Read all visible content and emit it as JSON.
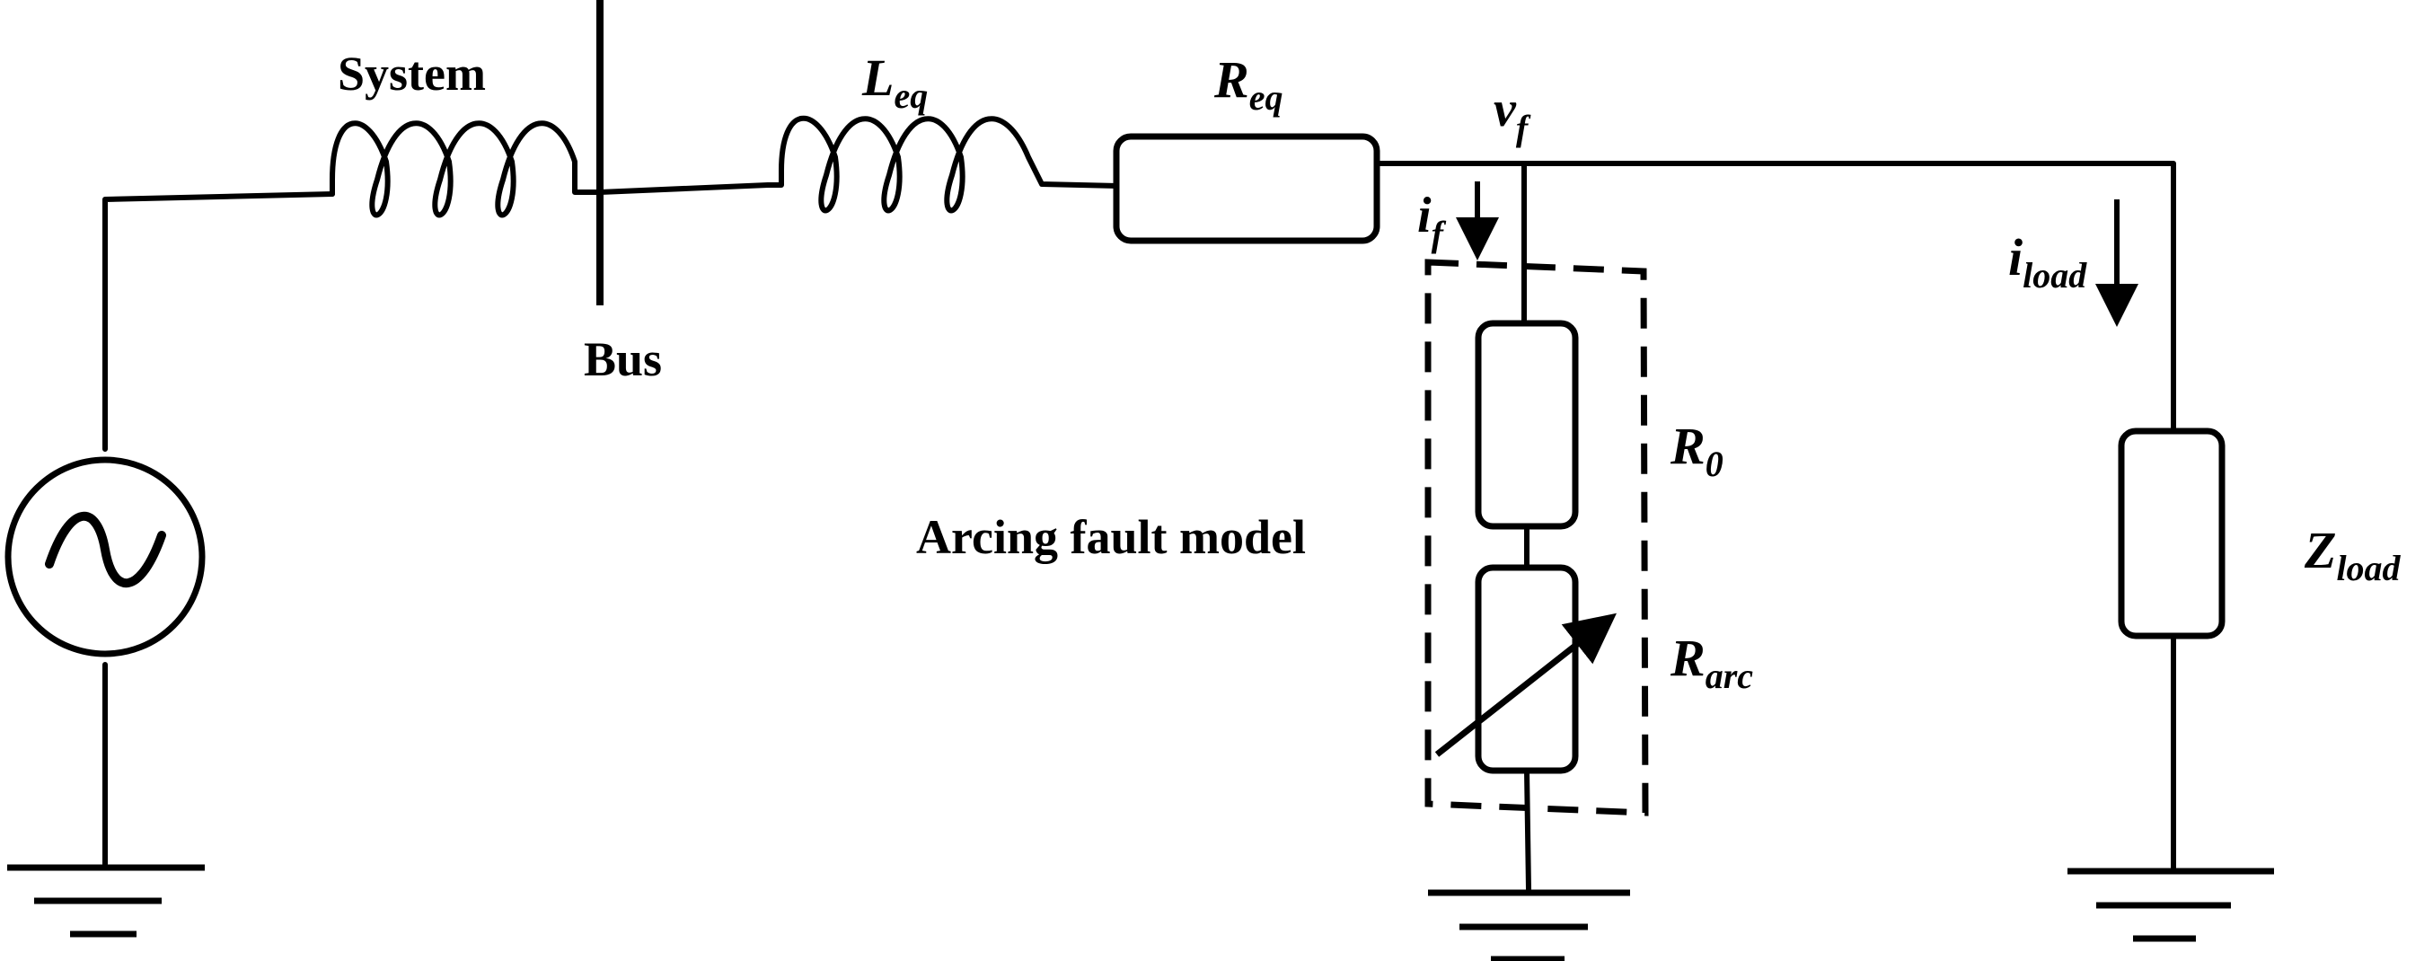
{
  "labels": {
    "system": "System",
    "bus": "Bus",
    "l_eq": {
      "base": "L",
      "sub": "eq"
    },
    "r_eq": {
      "base": "R",
      "sub": "eq"
    },
    "v_f": {
      "base": "v",
      "sub": "f"
    },
    "i_f": {
      "base": "i",
      "sub": "f"
    },
    "i_load": {
      "base": "i",
      "sub": "load"
    },
    "r_0": {
      "base": "R",
      "sub": "0"
    },
    "r_arc": {
      "base": "R",
      "sub": "arc"
    },
    "z_load": {
      "base": "Z",
      "sub": "load"
    },
    "arcing_fault_model": "Arcing fault model"
  },
  "icons": {
    "source": "ac-voltage-source-icon",
    "ground": "ground-icon",
    "inductor": "inductor-icon",
    "resistor": "resistor-icon",
    "variable_resistor": "variable-resistor-icon",
    "arrow": "current-arrow-icon"
  }
}
